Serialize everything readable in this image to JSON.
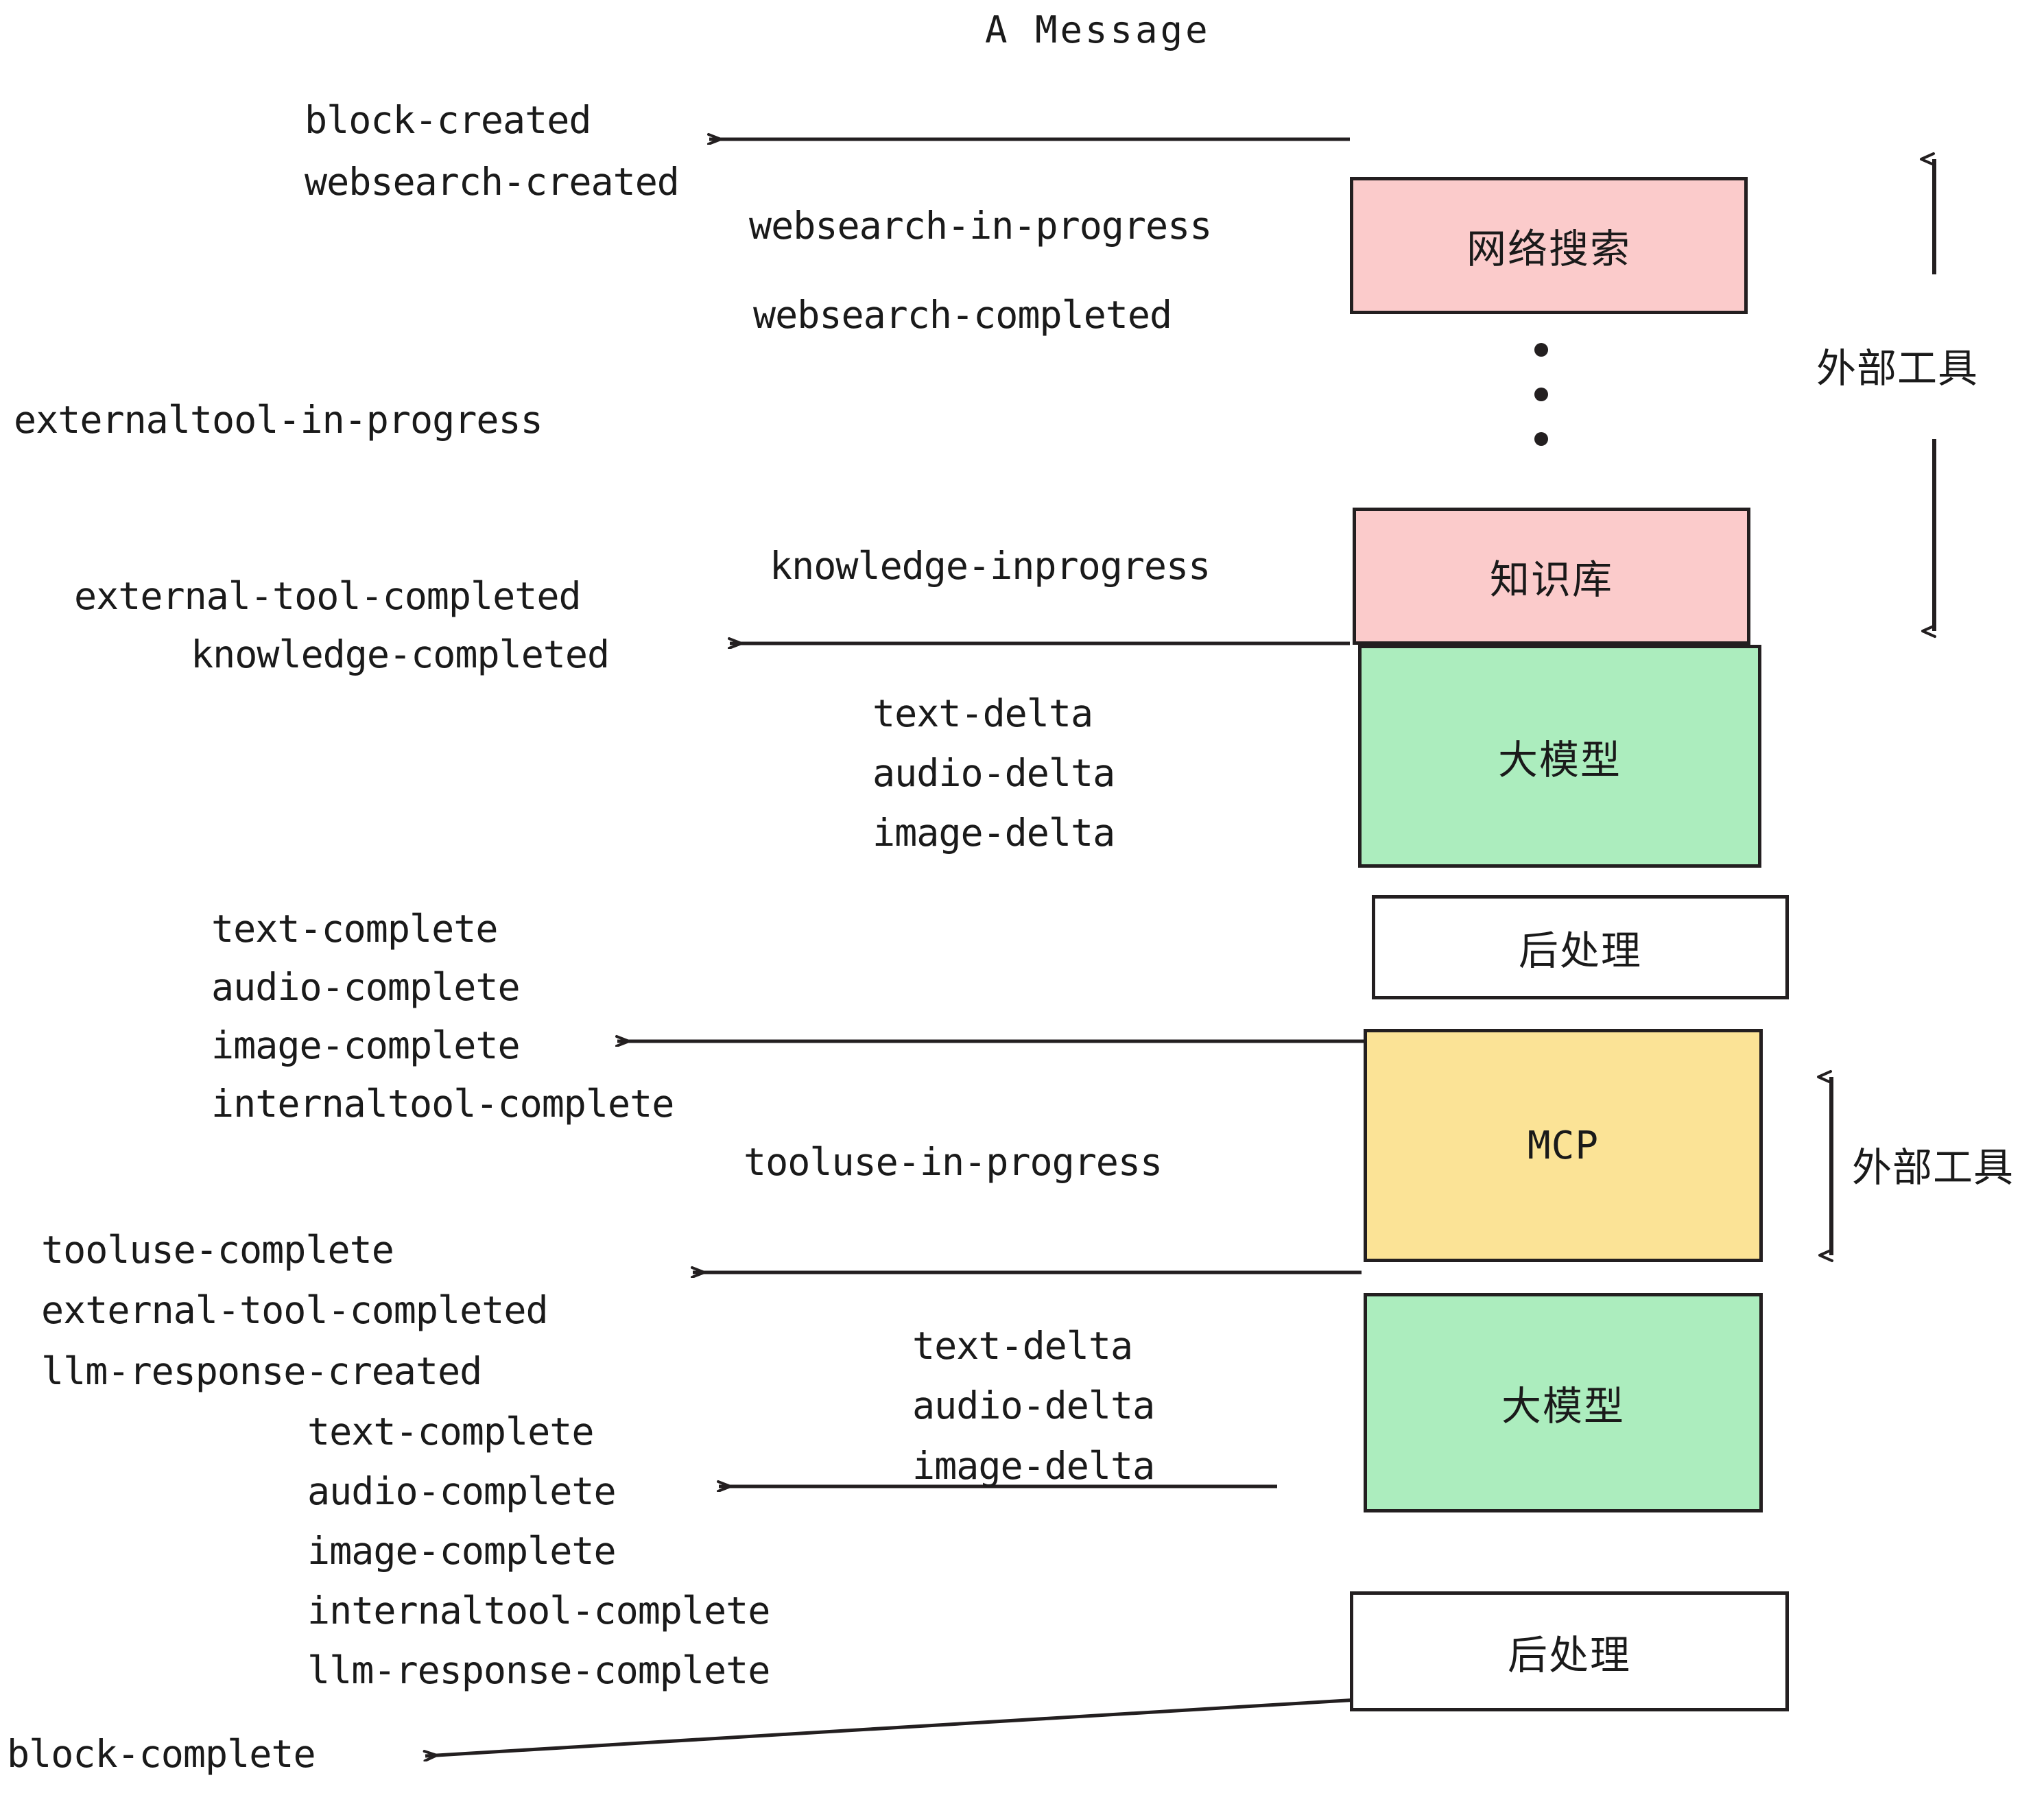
{
  "title": "A Message",
  "colors": {
    "tool_pink": "#FBCBCB",
    "llm_green": "#ACEDBE",
    "mcp_yellow": "#FBE396",
    "postprocess_white": "#FFFFFF",
    "stroke": "#231f20",
    "text": "#1a1a1a",
    "background": "#FFFFFF"
  },
  "nodes": [
    {
      "id": "websearch",
      "label": "网络搜索",
      "kind": "external-tool",
      "fill": "#FBCBCB"
    },
    {
      "id": "knowledge",
      "label": "知识库",
      "kind": "external-tool",
      "fill": "#FBCBCB"
    },
    {
      "id": "llm1",
      "label": "大模型",
      "kind": "llm",
      "fill": "#ACEDBE"
    },
    {
      "id": "postprocess1",
      "label": "后处理",
      "kind": "post-process",
      "fill": "#FFFFFF"
    },
    {
      "id": "mcp",
      "label": "MCP",
      "kind": "external-tool",
      "fill": "#FBE396"
    },
    {
      "id": "llm2",
      "label": "大模型",
      "kind": "llm",
      "fill": "#ACEDBE"
    },
    {
      "id": "postprocess2",
      "label": "后处理",
      "kind": "post-process",
      "fill": "#FFFFFF"
    }
  ],
  "side_labels": [
    {
      "id": "external-tools-top",
      "label": "外部工具"
    },
    {
      "id": "external-tools-bottom",
      "label": "外部工具"
    }
  ],
  "events": {
    "block_created": "block-created",
    "websearch_created": "websearch-created",
    "websearch_in_progress": "websearch-in-progress",
    "websearch_completed": "websearch-completed",
    "externaltool_in_progress": "externaltool-in-progress",
    "knowledge_inprogress": "knowledge-inprogress",
    "external_tool_completed_1": "external-tool-completed",
    "knowledge_completed": "knowledge-completed",
    "text_delta_1": "text-delta",
    "audio_delta_1": "audio-delta",
    "image_delta_1": "image-delta",
    "text_complete_1": "text-complete",
    "audio_complete_1": "audio-complete",
    "image_complete_1": "image-complete",
    "internaltool_complete_1": "internaltool-complete",
    "tooluse_in_progress": "tooluse-in-progress",
    "tooluse_complete": "tooluse-complete",
    "external_tool_completed_2": "external-tool-completed",
    "llm_response_created": "llm-response-created",
    "text_delta_2": "text-delta",
    "audio_delta_2": "audio-delta",
    "image_delta_2": "image-delta",
    "text_complete_2": "text-complete",
    "audio_complete_2": "audio-complete",
    "image_complete_2": "image-complete",
    "internaltool_complete_2": "internaltool-complete",
    "llm_response_complete": "llm-response-complete",
    "block_complete": "block-complete"
  },
  "ellipsis": {
    "dots": 3,
    "meaning": "more external tools omitted"
  }
}
